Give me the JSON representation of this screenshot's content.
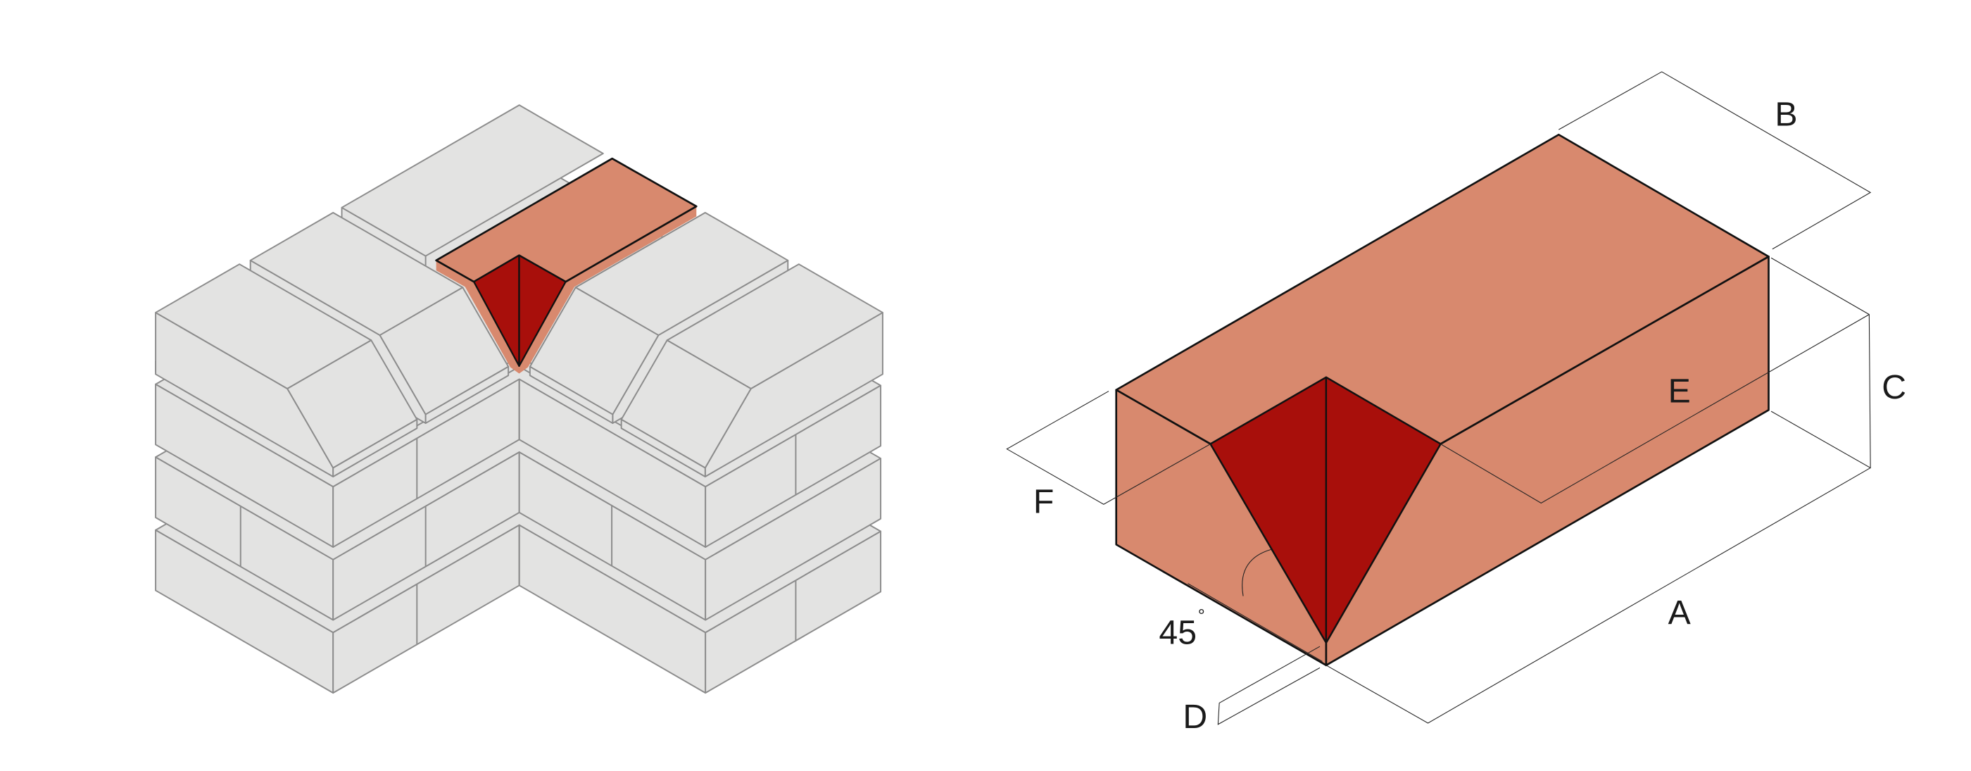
{
  "colors": {
    "wall_brick": "#e3e3e2",
    "wall_outline": "#8c8c8c",
    "special_brick": "#d8896e",
    "notch": "#a80f0b",
    "outline": "#111111"
  },
  "labels": {
    "A": "A",
    "B": "B",
    "C": "C",
    "D": "D",
    "E": "E",
    "F": "F",
    "angle": "45",
    "degree": "°"
  }
}
